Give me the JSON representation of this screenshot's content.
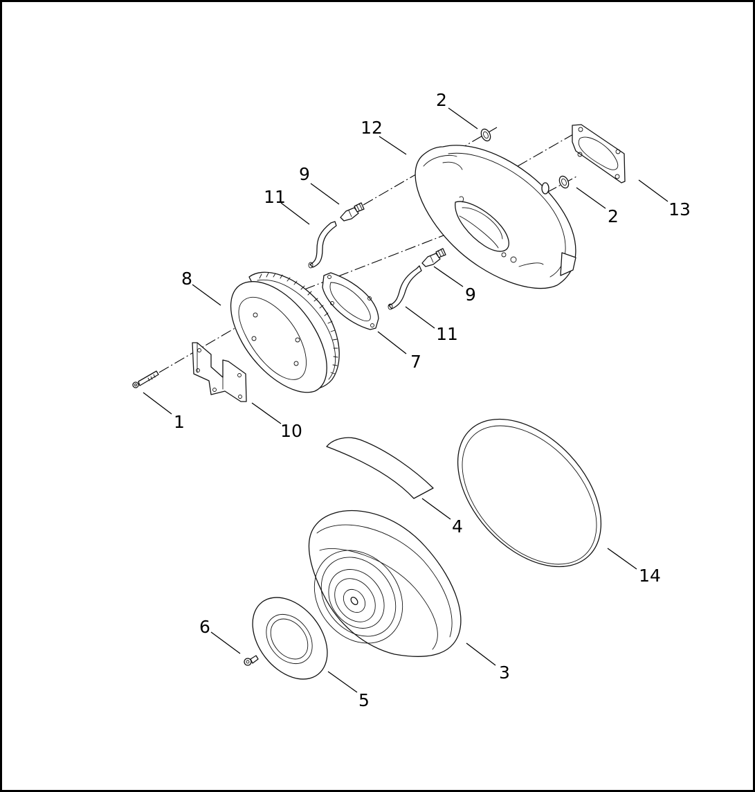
{
  "callouts": {
    "c1": "1",
    "c2a": "2",
    "c2b": "2",
    "c3": "3",
    "c4": "4",
    "c5": "5",
    "c6": "6",
    "c7": "7",
    "c8": "8",
    "c9a": "9",
    "c9b": "9",
    "c10": "10",
    "c11a": "11",
    "c11b": "11",
    "c12": "12",
    "c13": "13",
    "c14": "14"
  }
}
